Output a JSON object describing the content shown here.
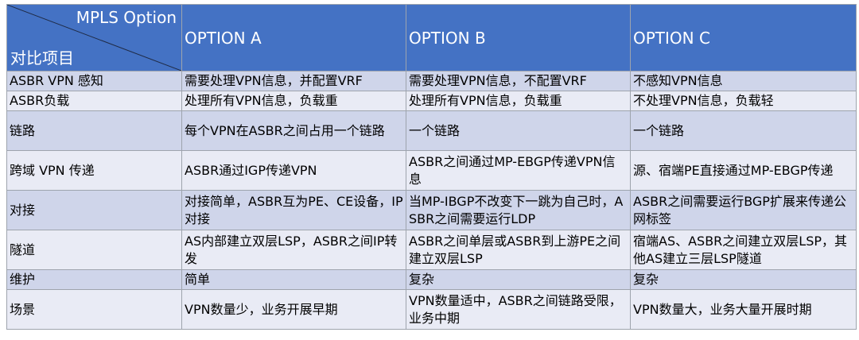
{
  "table": {
    "corner_top": "MPLS Option",
    "corner_bottom": "对比项目",
    "columns": [
      "OPTION A",
      "OPTION B",
      "OPTION C"
    ],
    "rows": [
      {
        "item": "ASBR VPN  感知",
        "a": "需要处理VPN信息，并配置VRF",
        "b": "需要处理VPN信息，不配置VRF",
        "c": "不感知VPN信息"
      },
      {
        "item": "ASBR负载",
        "a": "处理所有VPN信息，负载重",
        "b": "处理所有VPN信息，负载重",
        "c": "不处理VPN信息，负载轻"
      },
      {
        "item": "链路",
        "a": "每个VPN在ASBR之间占用一个链路",
        "b": "一个链路",
        "c": "一个链路"
      },
      {
        "item": "跨域 VPN  传递",
        "a": "ASBR通过IGP传递VPN",
        "b": "ASBR之间通过MP-EBGP传递VPN信息",
        "c": "源、宿端PE直接通过MP-EBGP传递"
      },
      {
        "item": "对接",
        "a": "对接简单，ASBR互为PE、CE设备，IP对接",
        "b": "当MP-IBGP不改变下一跳为自己时，ASBR之间需要运行LDP",
        "c": "ASBR之间需要运行BGP扩展来传递公网标签"
      },
      {
        "item": "隧道",
        "a": "AS内部建立双层LSP，ASBR之间IP转发",
        "b": "ASBR之间单层或ASBR到上游PE之间建立双层LSP",
        "c": "宿端AS、ASBR之间建立双层LSP，其他AS建立三层LSP隧道"
      },
      {
        "item": "维护",
        "a": "简单",
        "b": "复杂",
        "c": "复杂"
      },
      {
        "item": "场景",
        "a": "VPN数量少，业务开展早期",
        "b": "VPN数量适中，ASBR之间链路受限，业务中期",
        "c": "VPN数量大，业务大量开展时期"
      }
    ]
  },
  "colors": {
    "header_bg": "#4472c4",
    "row_odd_bg": "#cfd5ea",
    "row_even_bg": "#e9ebf5",
    "border": "#9ea4ad"
  }
}
